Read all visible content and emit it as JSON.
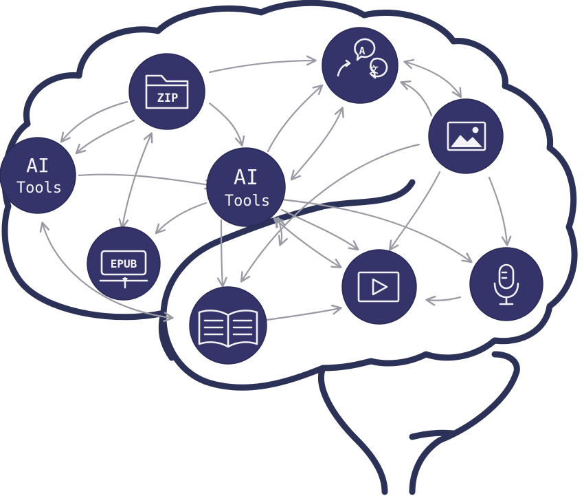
{
  "colors": {
    "outline": "#2c3158",
    "node": "#34336a",
    "arrow": "#9a9aa4",
    "icon": "#f1f1f6"
  },
  "nodes": {
    "ai_tools_left": {
      "line1": "AI",
      "line2": "Tools"
    },
    "ai_tools_center": {
      "line1": "AI",
      "line2": "Tools"
    },
    "zip": {
      "label": "ZIP",
      "icon": "zip-folder-icon"
    },
    "epub": {
      "label": "EPUB",
      "icon": "epub-document-icon"
    },
    "translate": {
      "label_a": "A",
      "label_b": "文",
      "icon": "translate-icon"
    },
    "image": {
      "icon": "image-icon"
    },
    "video": {
      "icon": "play-icon"
    },
    "microphone": {
      "icon": "microphone-icon"
    },
    "book": {
      "icon": "open-book-icon"
    }
  }
}
